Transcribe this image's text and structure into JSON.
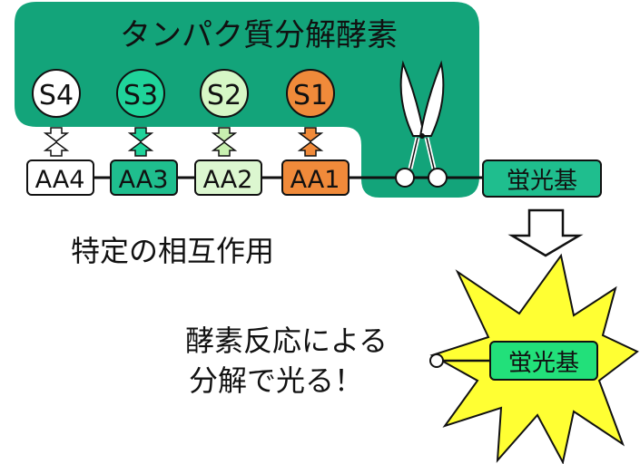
{
  "enzyme": {
    "title": "タンパク質分解酵素"
  },
  "subsites": [
    {
      "label": "S4",
      "color": "#ffffff"
    },
    {
      "label": "S3",
      "color": "#1fd39a"
    },
    {
      "label": "S2",
      "color": "#d6f7c6"
    },
    {
      "label": "S1",
      "color": "#f08a3a"
    }
  ],
  "residues": [
    {
      "label": "AA4",
      "color": "#ffffff"
    },
    {
      "label": "AA3",
      "color": "#1fbe8e"
    },
    {
      "label": "AA2",
      "color": "#dcf7d0"
    },
    {
      "label": "AA1",
      "color": "#f08a3a"
    }
  ],
  "fluorophore": {
    "label": "蛍光基",
    "color": "#1fbe8e",
    "bright_color": "#22e07a"
  },
  "interaction_label": "特定の相互作用",
  "description": {
    "line1": "酵素反応による",
    "line2": "分解で光る！"
  },
  "colors": {
    "enzyme": "#13a47a",
    "burst": "#ffff33",
    "s1_arrow": "#f08a3a",
    "s2_arrow": "#c8f0b0",
    "s3_arrow": "#1fd39a",
    "s4_arrow": "#ffffff"
  },
  "icons": [
    "scissors-icon",
    "down-arrow-icon",
    "starburst-icon"
  ]
}
